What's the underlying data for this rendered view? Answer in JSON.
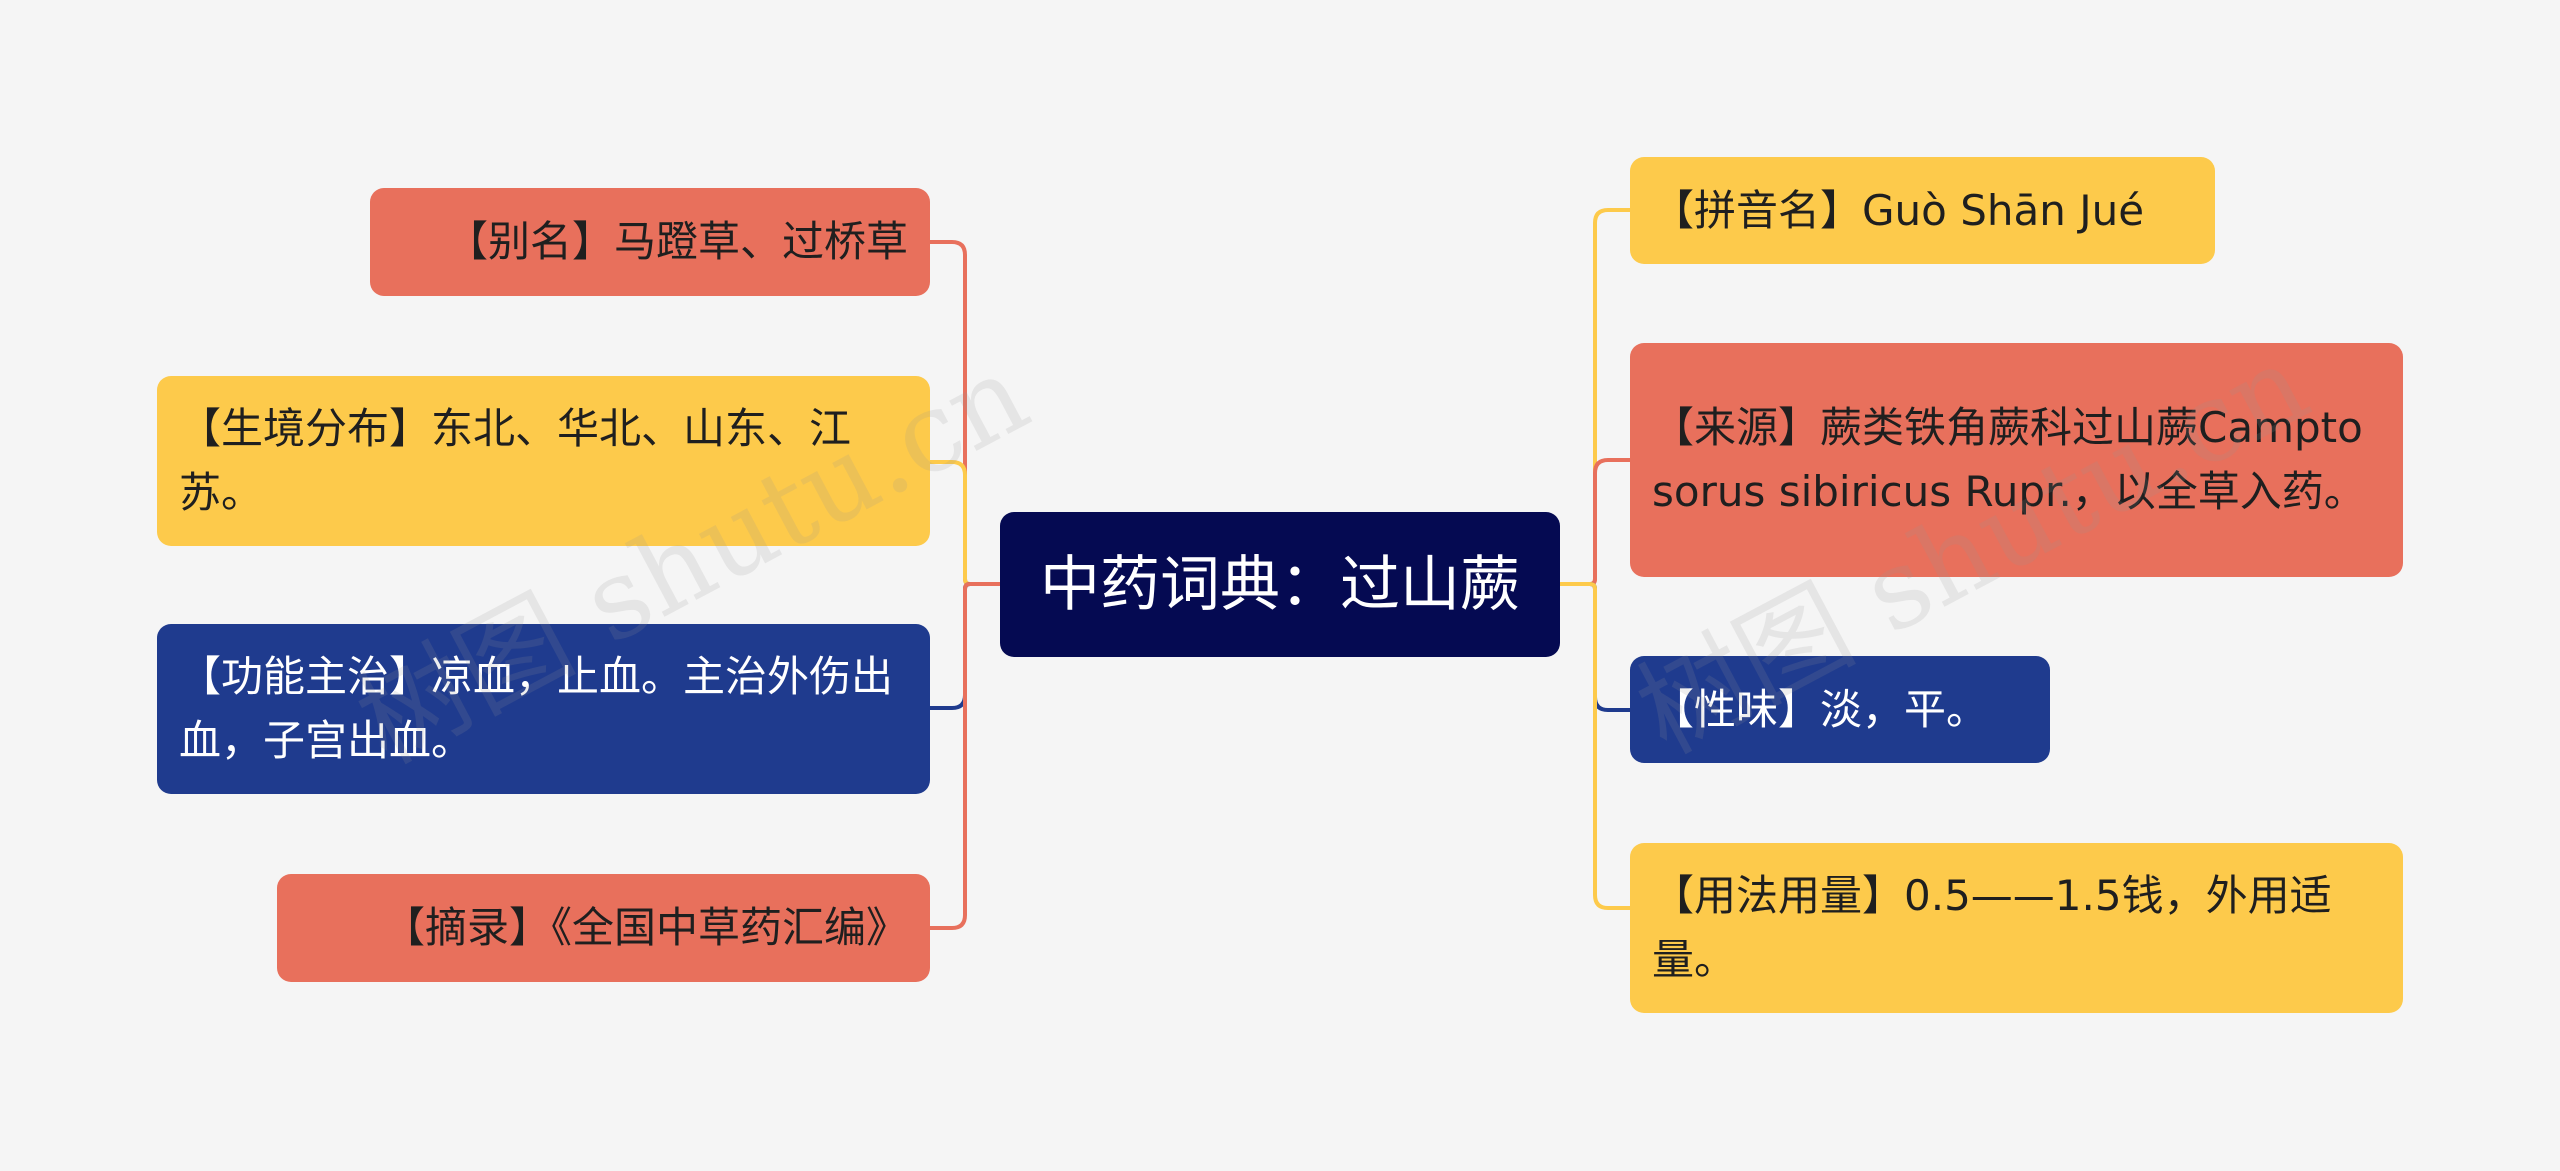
{
  "center": {
    "title": "中药词典：过山蕨"
  },
  "left_nodes": [
    {
      "text": "【别名】马蹬草、过桥草",
      "color": "red"
    },
    {
      "text": "【生境分布】东北、华北、山东、江苏。",
      "color": "yellow"
    },
    {
      "text": "【功能主治】凉血，止血。主治外伤出血，子宫出血。",
      "color": "blue"
    },
    {
      "text": "【摘录】《全国中草药汇编》",
      "color": "red"
    }
  ],
  "right_nodes": [
    {
      "text": "【拼音名】Guò Shān Jué",
      "color": "yellow"
    },
    {
      "text": "【来源】蕨类铁角蕨科过山蕨Camptosorus sibiricus Rupr.，以全草入药。",
      "color": "red"
    },
    {
      "text": "【性味】淡，平。",
      "color": "blue"
    },
    {
      "text": "【用法用量】0.5——1.5钱，外用适量。",
      "color": "yellow"
    }
  ],
  "colors": {
    "red": "#e8705c",
    "yellow": "#fdca4b",
    "blue": "#1f3b8e",
    "center": "#050a52",
    "background": "#f5f5f5"
  },
  "watermarks": [
    "树图 shutu.cn",
    "树图 shutu.cn"
  ]
}
